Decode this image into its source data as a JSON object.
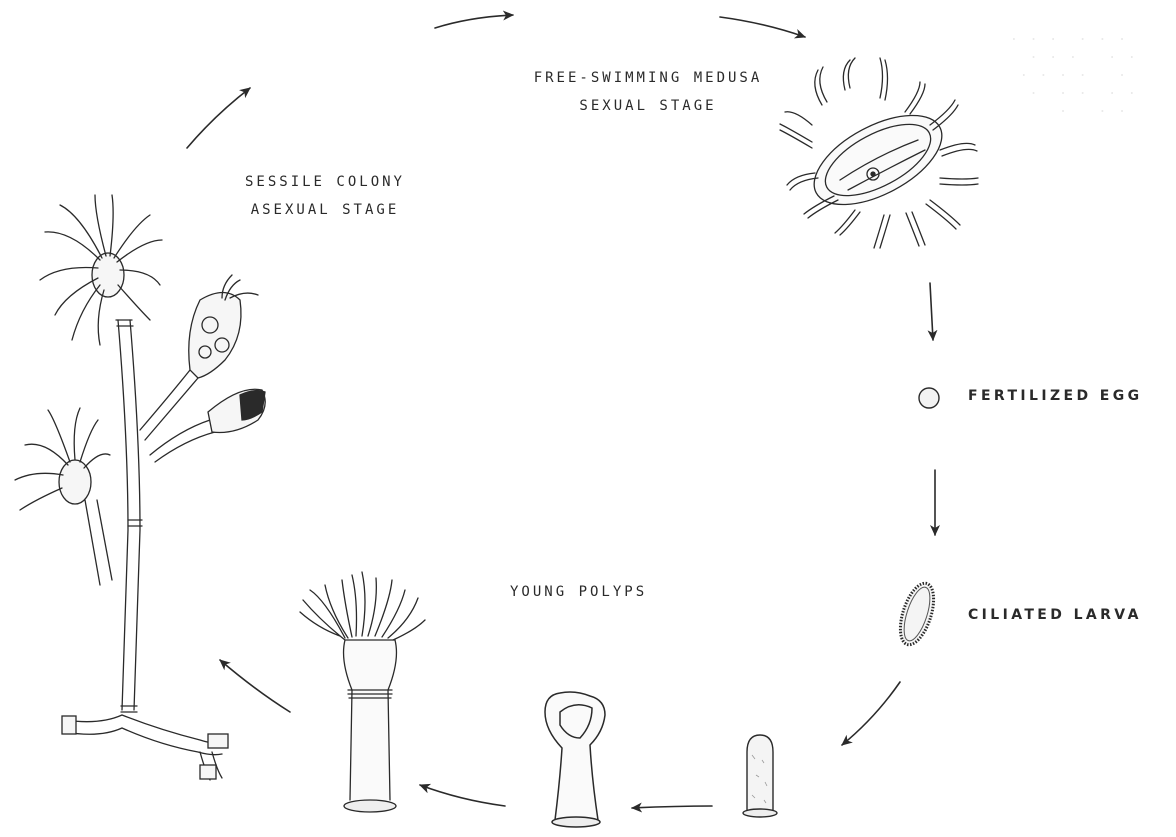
{
  "labels": {
    "medusa_line1": "FREE-SWIMMING MEDUSA",
    "medusa_line2": "SEXUAL STAGE",
    "colony_line1": "SESSILE COLONY",
    "colony_line2": "ASEXUAL STAGE",
    "egg": "FERTILIZED EGG",
    "larva": "CILIATED LARVA",
    "polyps": "YOUNG POLYPS"
  },
  "colors": {
    "ink": "#2a2a2a",
    "background": "#ffffff"
  }
}
